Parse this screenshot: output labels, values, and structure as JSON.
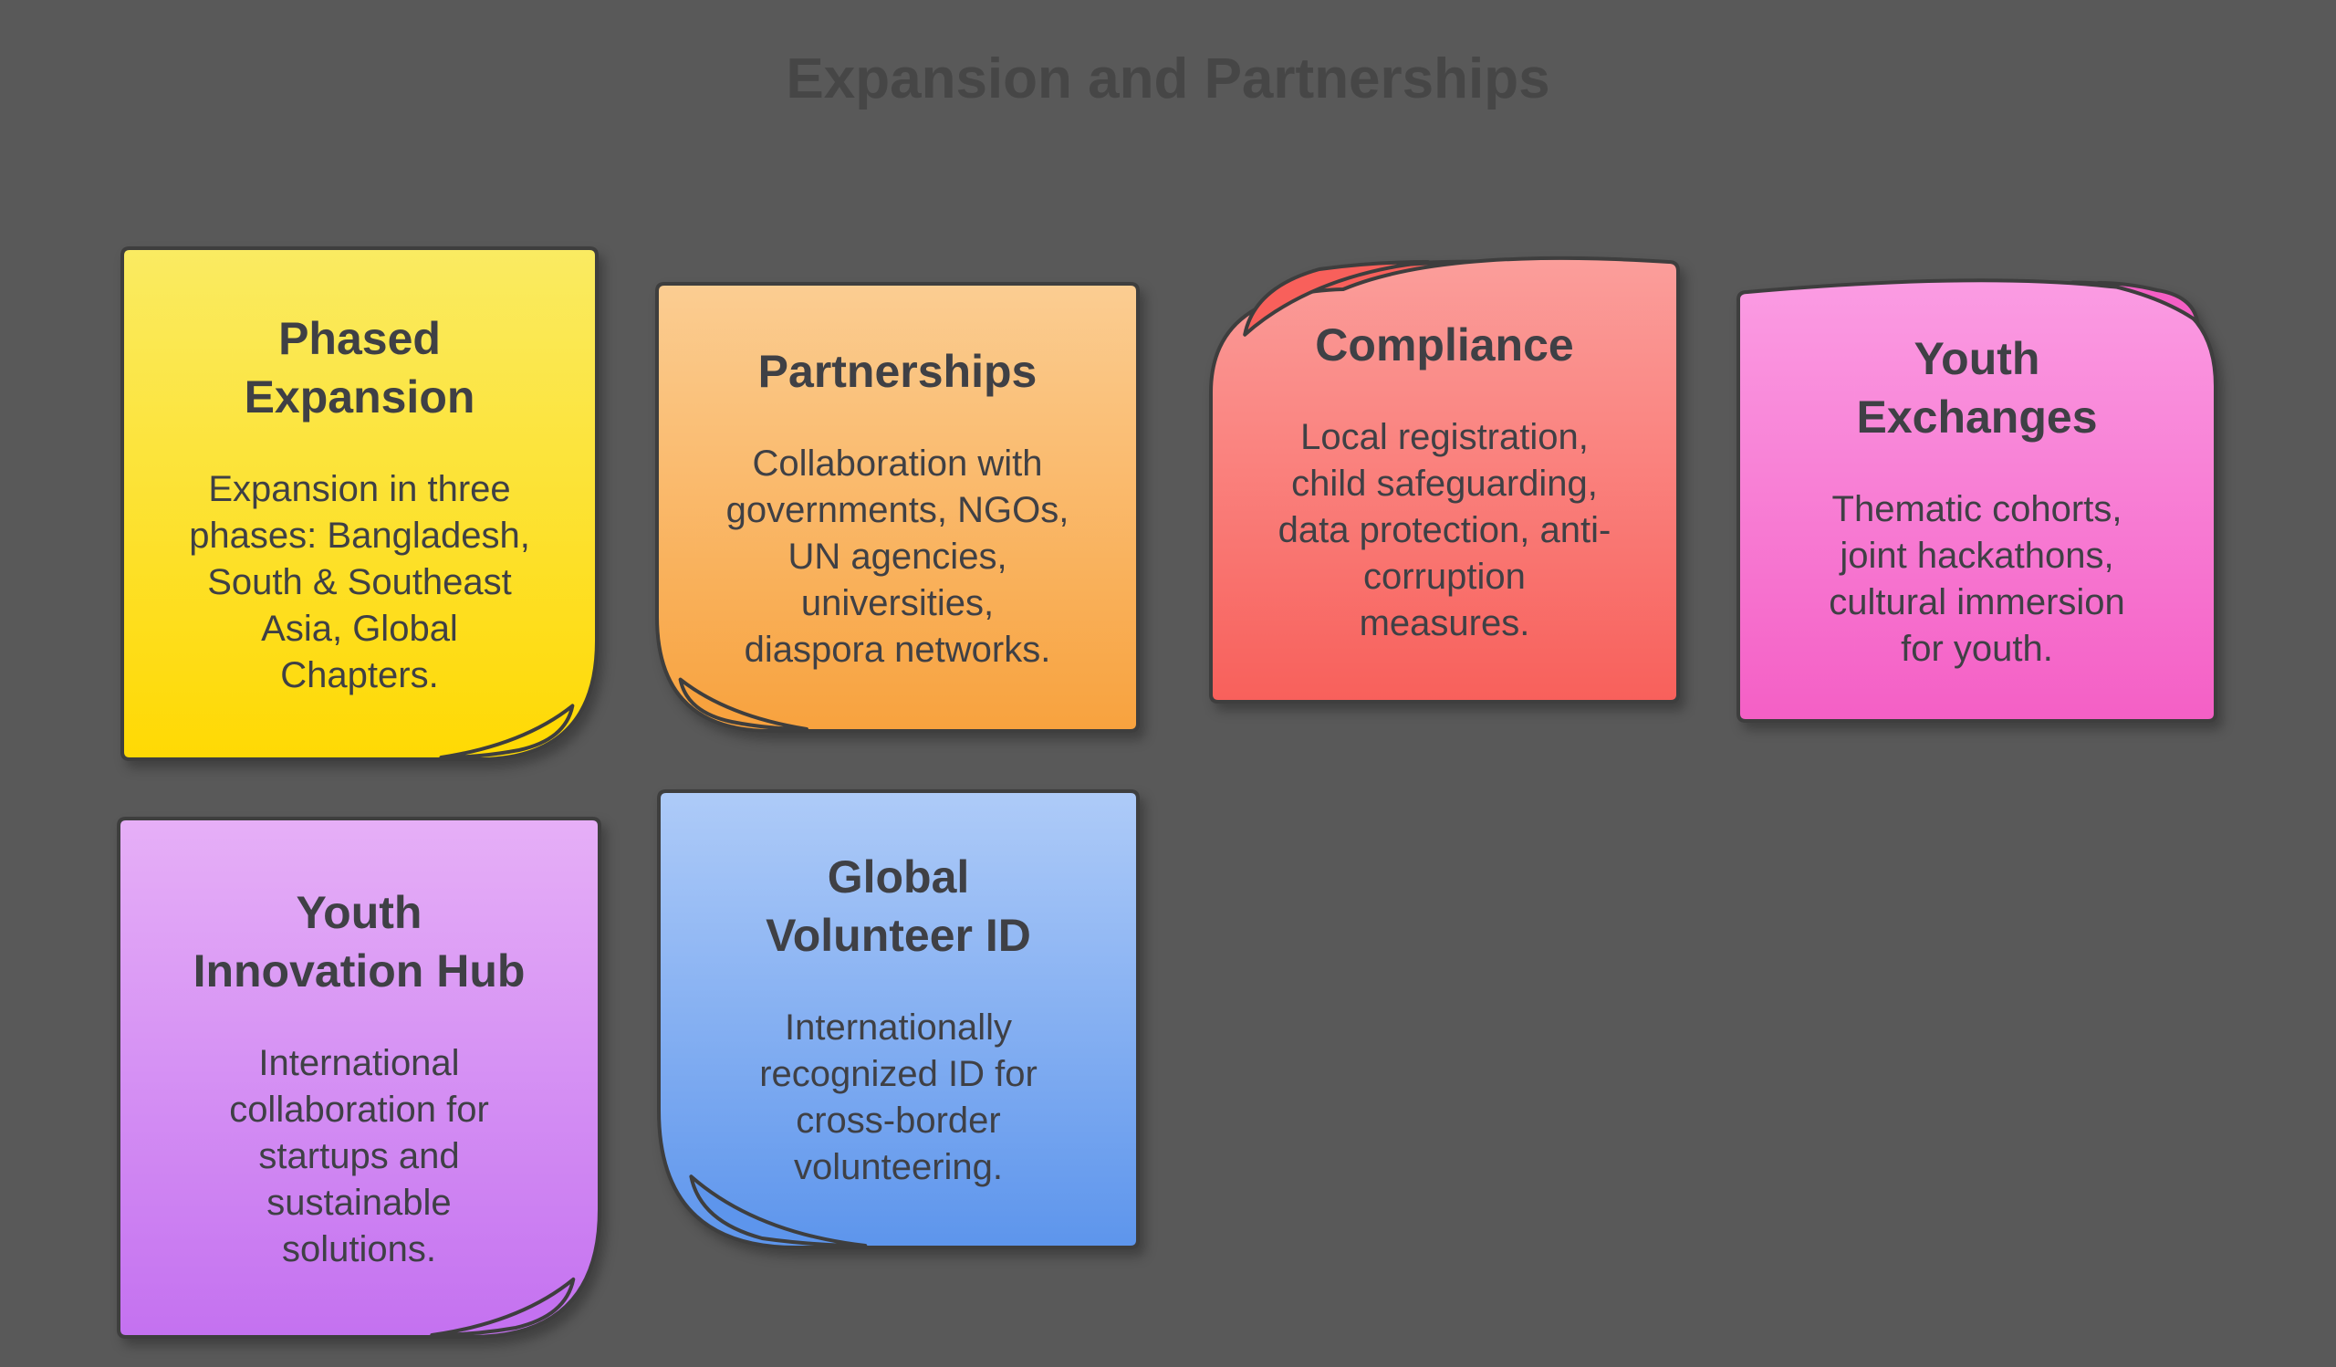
{
  "page": {
    "title": "Expansion and Partnerships",
    "background_color": "#595959",
    "title_color": "#464646",
    "text_color": "#3F4045",
    "border_color": "#3E3E3E"
  },
  "notes": [
    {
      "id": "phased-expansion",
      "title": "Phased\nExpansion",
      "body": "Expansion in three\nphases: Bangladesh,\nSouth & Southeast\nAsia, Global\nChapters.",
      "color_top": "#FAEB62",
      "color_bottom": "#FFD903",
      "fold_corner": "bottom-right"
    },
    {
      "id": "partnerships",
      "title": "Partnerships",
      "body": "Collaboration with\ngovernments, NGOs,\nUN agencies,\nuniversities,\ndiaspora networks.",
      "color_top": "#FBCD92",
      "color_bottom": "#F8A23E",
      "fold_corner": "bottom-left"
    },
    {
      "id": "compliance",
      "title": "Compliance",
      "body": "Local registration,\nchild safeguarding,\ndata protection, anti-\ncorruption\nmeasures.",
      "color_top": "#FB9E9B",
      "color_bottom": "#F8605B",
      "fold_corner": "top-left"
    },
    {
      "id": "youth-exchanges",
      "title": "Youth\nExchanges",
      "body": "Thematic cohorts,\njoint hackathons,\ncultural immersion\nfor youth.",
      "color_top": "#FB9CE3",
      "color_bottom": "#F45FC5",
      "fold_corner": "top-right"
    },
    {
      "id": "youth-innovation-hub",
      "title": "Youth\nInnovation Hub",
      "body": "International\ncollaboration for\nstartups and\nsustainable\nsolutions.",
      "color_top": "#E6AFF7",
      "color_bottom": "#C471F0",
      "fold_corner": "bottom-right"
    },
    {
      "id": "global-volunteer-id",
      "title": "Global\nVolunteer ID",
      "body": "Internationally\nrecognized ID for\ncross-border\nvolunteering.",
      "color_top": "#AECBF8",
      "color_bottom": "#5D95EC",
      "fold_corner": "bottom-left"
    }
  ]
}
